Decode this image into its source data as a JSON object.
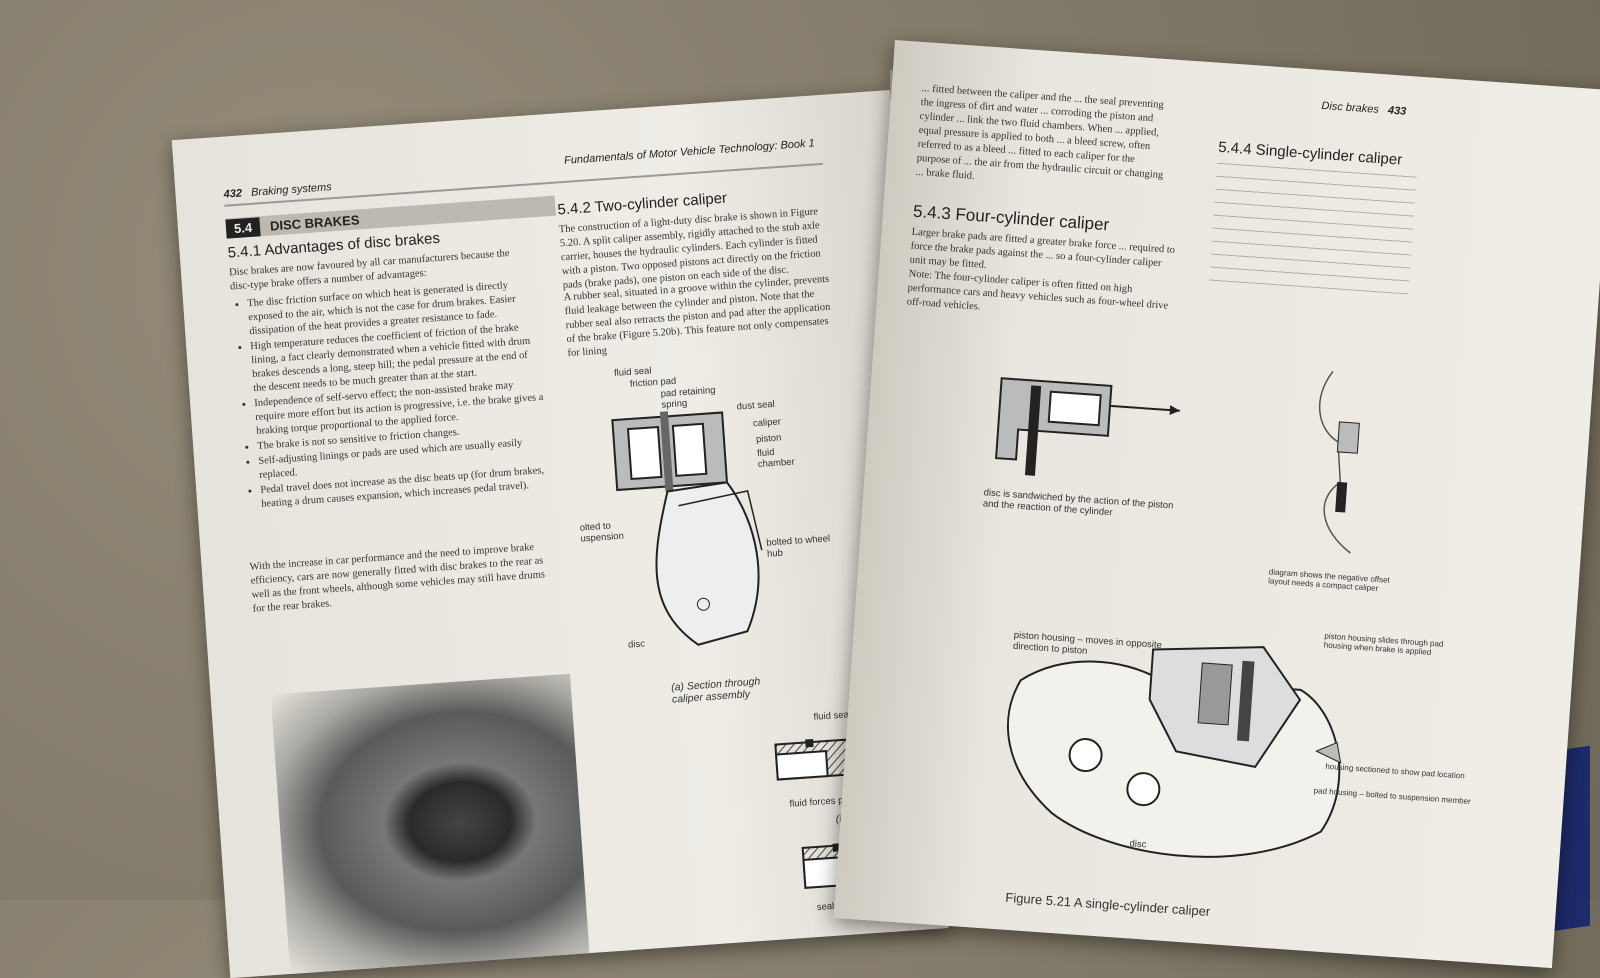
{
  "left_page": {
    "header_number": "432",
    "header_section": "Braking systems",
    "running_title": "Fundamentals of Motor Vehicle Technology: Book 1",
    "section_number": "5.4",
    "section_title": "DISC BRAKES",
    "sub1_title": "5.4.1 Advantages of disc brakes",
    "sub1_intro": "Disc brakes are now favoured by all car manufacturers because the disc-type brake offers a number of advantages:",
    "bullets": [
      "The disc friction surface on which heat is generated is directly exposed to the air, which is not the case for drum brakes. Easier dissipation of the heat provides a greater resistance to fade.",
      "High temperature reduces the coefficient of friction of the brake lining, a fact clearly demonstrated when a vehicle fitted with drum brakes descends a long, steep hill; the pedal pressure at the end of the descent needs to be much greater than at the start.",
      "Independence of self-servo effect; the non-assisted brake may require more effort but its action is progressive, i.e. the brake gives a braking torque proportional to the applied force.",
      "The brake is not so sensitive to friction changes.",
      "Self-adjusting linings or pads are used which are usually easily replaced.",
      "Pedal travel does not increase as the disc heats up (for drum brakes, heating a drum causes expansion, which increases pedal travel)."
    ],
    "sub1_closing": "With the increase in car performance and the need to improve brake efficiency, cars are now generally fitted with disc brakes to the rear as well as the front wheels, although some vehicles may still have drums for the rear brakes.",
    "sub2_title": "5.4.2 Two-cylinder caliper",
    "sub2_text": "The construction of a light-duty disc brake is shown in Figure 5.20. A split caliper assembly, rigidly attached to the stub axle carrier, houses the hydraulic cylinders. Each cylinder is fitted with a piston. Two opposed pistons act directly on the friction pads (brake pads), one piston on each side of the disc.",
    "sub2_text2": "A rubber seal, situated in a groove within the cylinder, prevents fluid leakage between the cylinder and piston. Note that the rubber seal also retracts the piston and pad after the application of the brake (Figure 5.20b). This feature not only compensates for lining",
    "fig_labels": {
      "fluid_seal": "fluid seal",
      "friction_pad": "friction pad",
      "pad_retaining_spring": "pad retaining spring",
      "dust_seal": "dust seal",
      "caliper": "caliper",
      "piston": "piston",
      "fluid_chamber": "fluid chamber",
      "bolted_suspension": "olted to uspension",
      "bolted_wheel_hub": "bolted to wheel hub",
      "disc": "disc"
    },
    "fig_a_caption": "(a) Section through caliper assembly",
    "fig_b_top_label": "fluid seal",
    "fig_b_mid_label": "fluid forces piston outwards",
    "fig_b_letter": "(b)",
    "fig_b_bottom_label": "seal retracts piston"
  },
  "right_page": {
    "header_section": "Disc brakes",
    "header_number": "433",
    "top_text": "... fitted between the caliper and the ... the seal preventing the ingress of dirt and water ... corroding the piston and cylinder ... link the two fluid chambers. When ... applied, equal pressure is applied to both ... a bleed screw, often referred to as a bleed ... fitted to each caliper for the purpose of ... the air from the hydraulic circuit or changing ... brake fluid.",
    "sub3_title": "5.4.3 Four-cylinder caliper",
    "sub3_text": "Larger brake pads are fitted a greater brake force ... required to force the brake pads against the ... so a four-cylinder caliper unit may be fitted.",
    "sub3_note": "Note: The four-cylinder caliper is often fitted on high performance cars and heavy vehicles such as four-wheel drive off-road vehicles.",
    "sub4_title": "5.4.4 Single-cylinder caliper",
    "fig_sandwich_label": "disc is sandwiched by the action of the piston and the reaction of the cylinder",
    "fig_offset_label": "diagram shows the negative offset layout needs a compact caliper",
    "fig_housing_label": "piston housing – moves in opposite direction to piston",
    "fig_slides_label": "piston housing slides through pad housing when brake is applied",
    "fig_sectioned_label": "housing sectioned to show pad location",
    "fig_pad_housing_label": "pad housing – bolted to suspension member",
    "fig_disc_label": "disc",
    "figure_caption": "Figure 5.21 A single-cylinder caliper"
  }
}
